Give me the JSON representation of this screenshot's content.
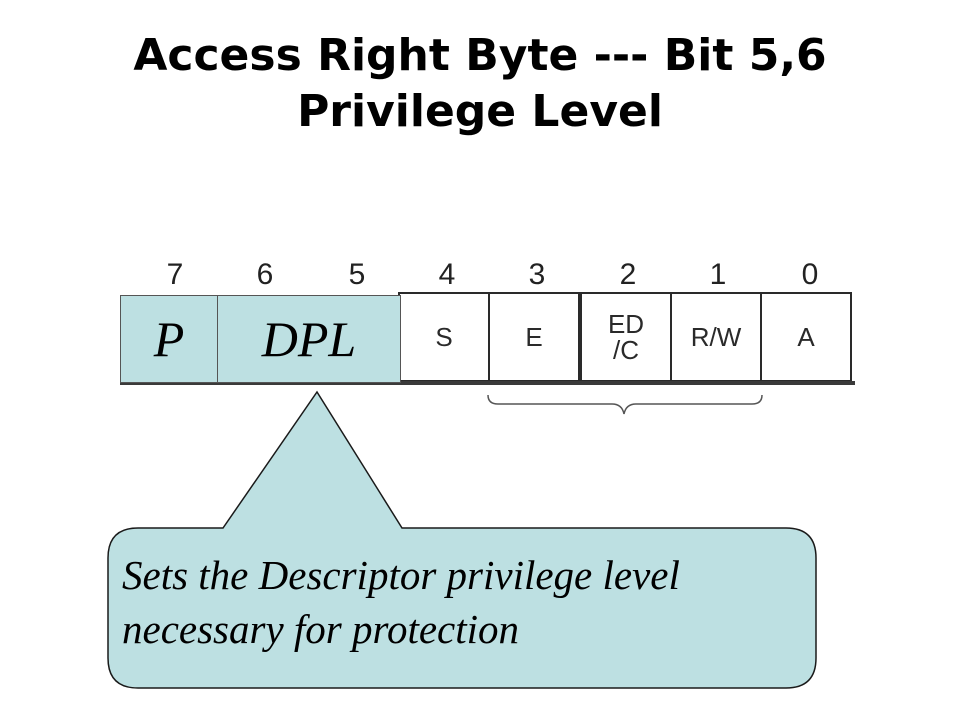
{
  "title": {
    "line1": "Access Right Byte --- Bit 5,6",
    "line2": "Privilege Level"
  },
  "register": {
    "bit_numbers": [
      "7",
      "6",
      "5",
      "4",
      "3",
      "2",
      "1",
      "0"
    ],
    "fields": {
      "s": "S",
      "e": "E",
      "edc_line1": "ED",
      "edc_line2": "/C",
      "rw": "R/W",
      "a": "A"
    },
    "overlay": {
      "p": "P",
      "dpl": "DPL"
    }
  },
  "callout": {
    "line1": "Sets the Descriptor privilege level",
    "line2": "necessary for protection"
  },
  "colors": {
    "callout_fill": "#bde0e2",
    "overlay_fill": "#bde0e2"
  }
}
